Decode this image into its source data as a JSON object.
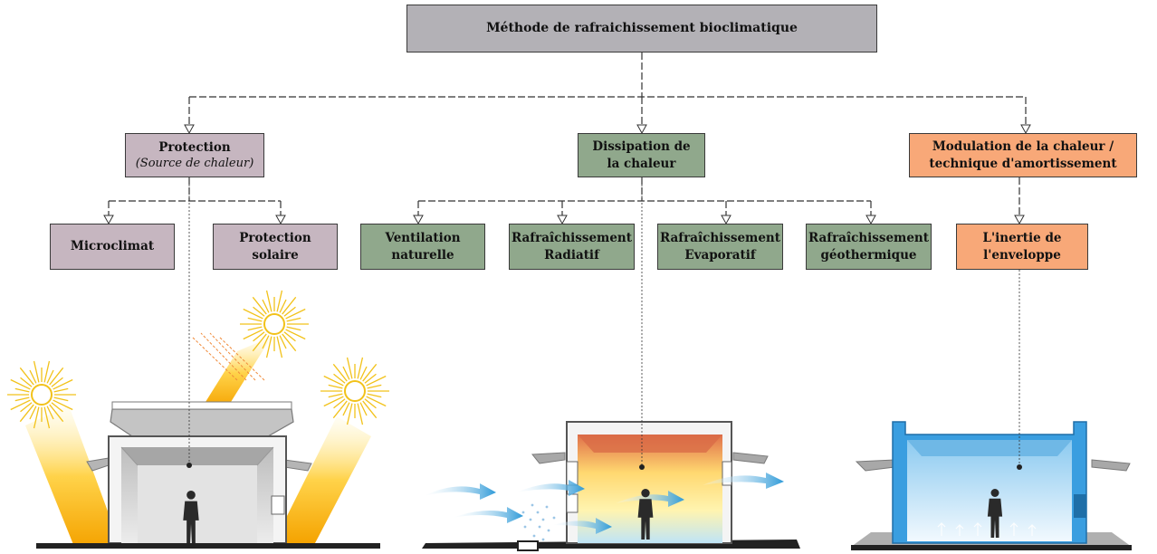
{
  "root": {
    "label": "Méthode de rafraichissement bioclimatique"
  },
  "categories": [
    {
      "title": "Protection",
      "subtitle": "(Source de chaleur)",
      "color": "#c6b6c0",
      "children": [
        {
          "lines": [
            "Microclimat"
          ]
        },
        {
          "lines": [
            "Protection",
            "solaire"
          ]
        }
      ]
    },
    {
      "title_lines": [
        "Dissipation de",
        "la chaleur"
      ],
      "color": "#90a88c",
      "children": [
        {
          "lines": [
            "Ventilation",
            "naturelle"
          ]
        },
        {
          "lines": [
            "Rafraîchissement",
            "Radiatif"
          ]
        },
        {
          "lines": [
            "Rafraîchissement",
            "Evaporatif"
          ]
        },
        {
          "lines": [
            "Rafraîchissement",
            "géothermique"
          ]
        }
      ]
    },
    {
      "title_lines": [
        "Modulation de la chaleur /",
        "technique d'amortissement"
      ],
      "color": "#f8a878",
      "children": [
        {
          "lines": [
            "L'inertie  de",
            "l'enveloppe"
          ]
        }
      ]
    }
  ],
  "colors": {
    "root": "#b3b1b6",
    "connector": "#333333",
    "sun": "#f2c21a",
    "air_flow": "#2e9ad8",
    "inertia_wall": "#3a9ee0"
  },
  "icons": [
    "sun-icon",
    "person-icon",
    "air-flow-arrow-icon",
    "building-section-icon"
  ]
}
